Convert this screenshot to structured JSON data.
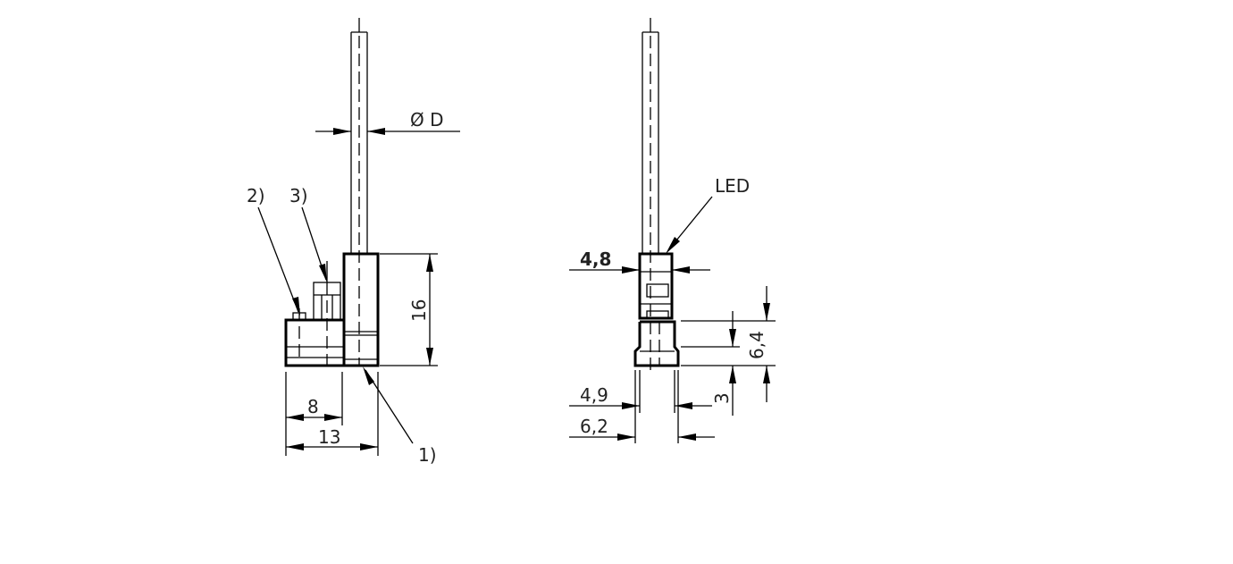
{
  "labels": {
    "diameter": "Ø D",
    "note_1": "1)",
    "note_2": "2)",
    "note_3": "3)",
    "led": "LED",
    "dim_16": "16",
    "dim_8": "8",
    "dim_13": "13",
    "dim_4_8": "4,8",
    "dim_4_9": "4,9",
    "dim_6_2": "6,2",
    "dim_6_4": "6,4",
    "dim_3": "3"
  }
}
